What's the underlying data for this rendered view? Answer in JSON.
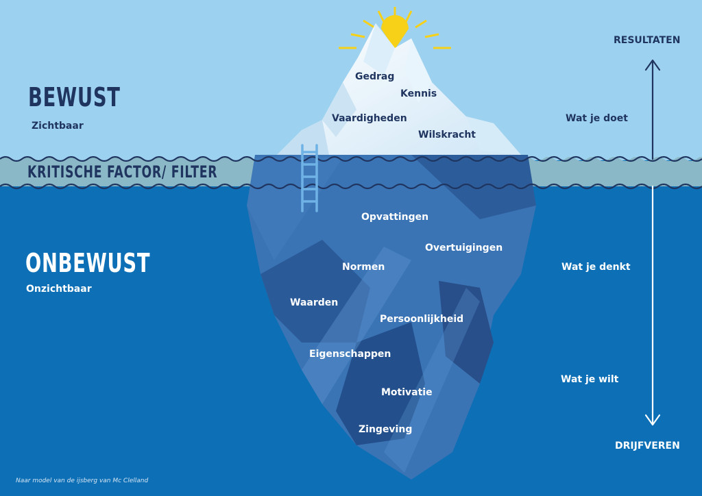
{
  "colors": {
    "sky": "#9dd1f0",
    "filter_band": "#8ab8c6",
    "ocean": "#0d6fb5",
    "heading_dark": "#1f3560",
    "text_light": "#ffffff",
    "sun": "#f7d117"
  },
  "left": {
    "bewust": "BEWUST",
    "zichtbaar": "Zichtbaar",
    "filter": "KRITISCHE FACTOR/ FILTER",
    "onbewust": "ONBEWUST",
    "onzichtbaar": "Onzichtbaar"
  },
  "iceberg_above": [
    "Gedrag",
    "Kennis",
    "Vaardigheden",
    "Wilskracht"
  ],
  "iceberg_below": [
    "Opvattingen",
    "Overtuigingen",
    "Normen",
    "Waarden",
    "Persoonlijkheid",
    "Eigenschappen",
    "Motivatie",
    "Zingeving"
  ],
  "right": {
    "top": "RESULTATEN",
    "doet": "Wat je doet",
    "denkt": "Wat je denkt",
    "wilt": "Wat je wilt",
    "bottom": "DRIJFVEREN"
  },
  "credit": "Naar model van de ijsberg van Mc Clelland",
  "icons": [
    "sun-icon",
    "ladder-icon",
    "double-arrow-icon"
  ]
}
